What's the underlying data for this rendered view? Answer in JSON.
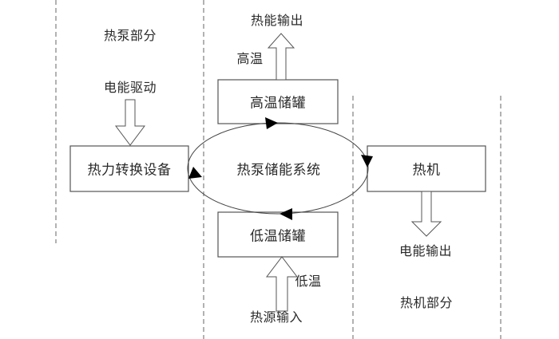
{
  "sections": {
    "heat_pump": "热泵部分",
    "heat_engine": "热机部分"
  },
  "nodes": {
    "converter": "热力转换设备",
    "high_tank": "高温储罐",
    "low_tank": "低温储罐",
    "engine": "热机",
    "system": "热泵储能系统"
  },
  "flows": {
    "power_drive": "电能驱动",
    "heat_output": "热能输出",
    "high_temp": "高温",
    "low_temp": "低温",
    "heat_source_input": "热源输入",
    "power_output": "电能输出"
  },
  "colors": {
    "stroke": "#555555",
    "arrowhead": "#000000",
    "dash": "#666666"
  }
}
